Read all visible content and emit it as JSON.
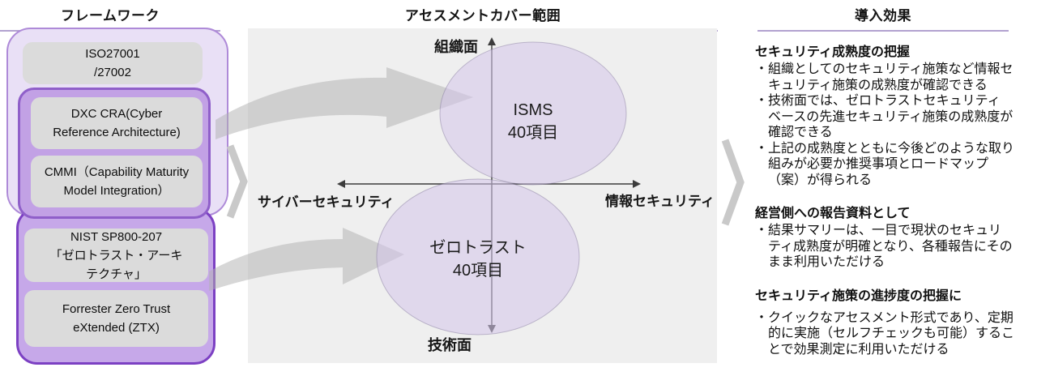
{
  "headers": {
    "framework": "フレームワーク",
    "assessment": "アセスメントカバー範囲",
    "effects": "導入効果"
  },
  "framework": {
    "boxes": [
      {
        "id": "iso",
        "text": "ISO27001\n/27002"
      },
      {
        "id": "dxc-cra",
        "text": "DXC CRA(Cyber\nReference Architecture)"
      },
      {
        "id": "cmmi",
        "text": "CMMI（Capability Maturity\nModel Integration）"
      },
      {
        "id": "nist",
        "text": "NIST SP800-207\n「ゼロトラスト・アーキ\nテクチャ」"
      },
      {
        "id": "forrester",
        "text": "Forrester Zero Trust\neXtended (ZTX)"
      }
    ]
  },
  "assessment": {
    "axes": {
      "top": "組織面",
      "bottom": "技術面",
      "left": "サイバーセキュリティ",
      "right": "情報セキュリティ"
    },
    "ellipses": [
      {
        "id": "isms",
        "label": "ISMS\n40項目"
      },
      {
        "id": "zero-trust",
        "label": "ゼロトラスト\n40項目"
      }
    ]
  },
  "effects": {
    "bullet_marker": "・",
    "sections": [
      {
        "title": "セキュリティ成熟度の把握",
        "bullets": [
          "組織としてのセキュリティ施策など情報セ\nキュリティ施策の成熟度が確認できる",
          "技術面では、ゼロトラストセキュリティ\nベースの先進セキュリティ施策の成熟度が\n確認できる",
          "上記の成熟度とともに今後どのような取り\n組みが必要か推奨事項とロードマップ\n（案）が得られる"
        ]
      },
      {
        "title": "経営側への報告資料として",
        "bullets": [
          "結果サマリーは、一目で現状のセキュリ\nティ成熟度が明確となり、各種報告にその\nまま利用いただける"
        ]
      },
      {
        "title": "セキュリティ施策の進捗度の把握に",
        "bullets": [
          "クイックなアセスメント形式であり、定期\n的に実施（セルフチェックも可能）するこ\nとで効果測定に利用いただける"
        ]
      }
    ]
  },
  "colors": {
    "header_underline": "#b2a2d0",
    "outer_group_fill": "#e9e0f6",
    "outer_group_border": "#ae8ad8",
    "mid_group_fill": "#c2a1e5",
    "mid_group_border": "#8f5fc9",
    "zt_group_fill": "#c6a8e9",
    "zt_group_border": "#7c40c3",
    "box_fill": "#dbdbdb",
    "panel_fill": "#efefef",
    "ellipse_fill": "rgba(211,197,234,0.55)",
    "arrow_gray": "#c9c9c9",
    "axis_color": "#3c3c3c"
  }
}
